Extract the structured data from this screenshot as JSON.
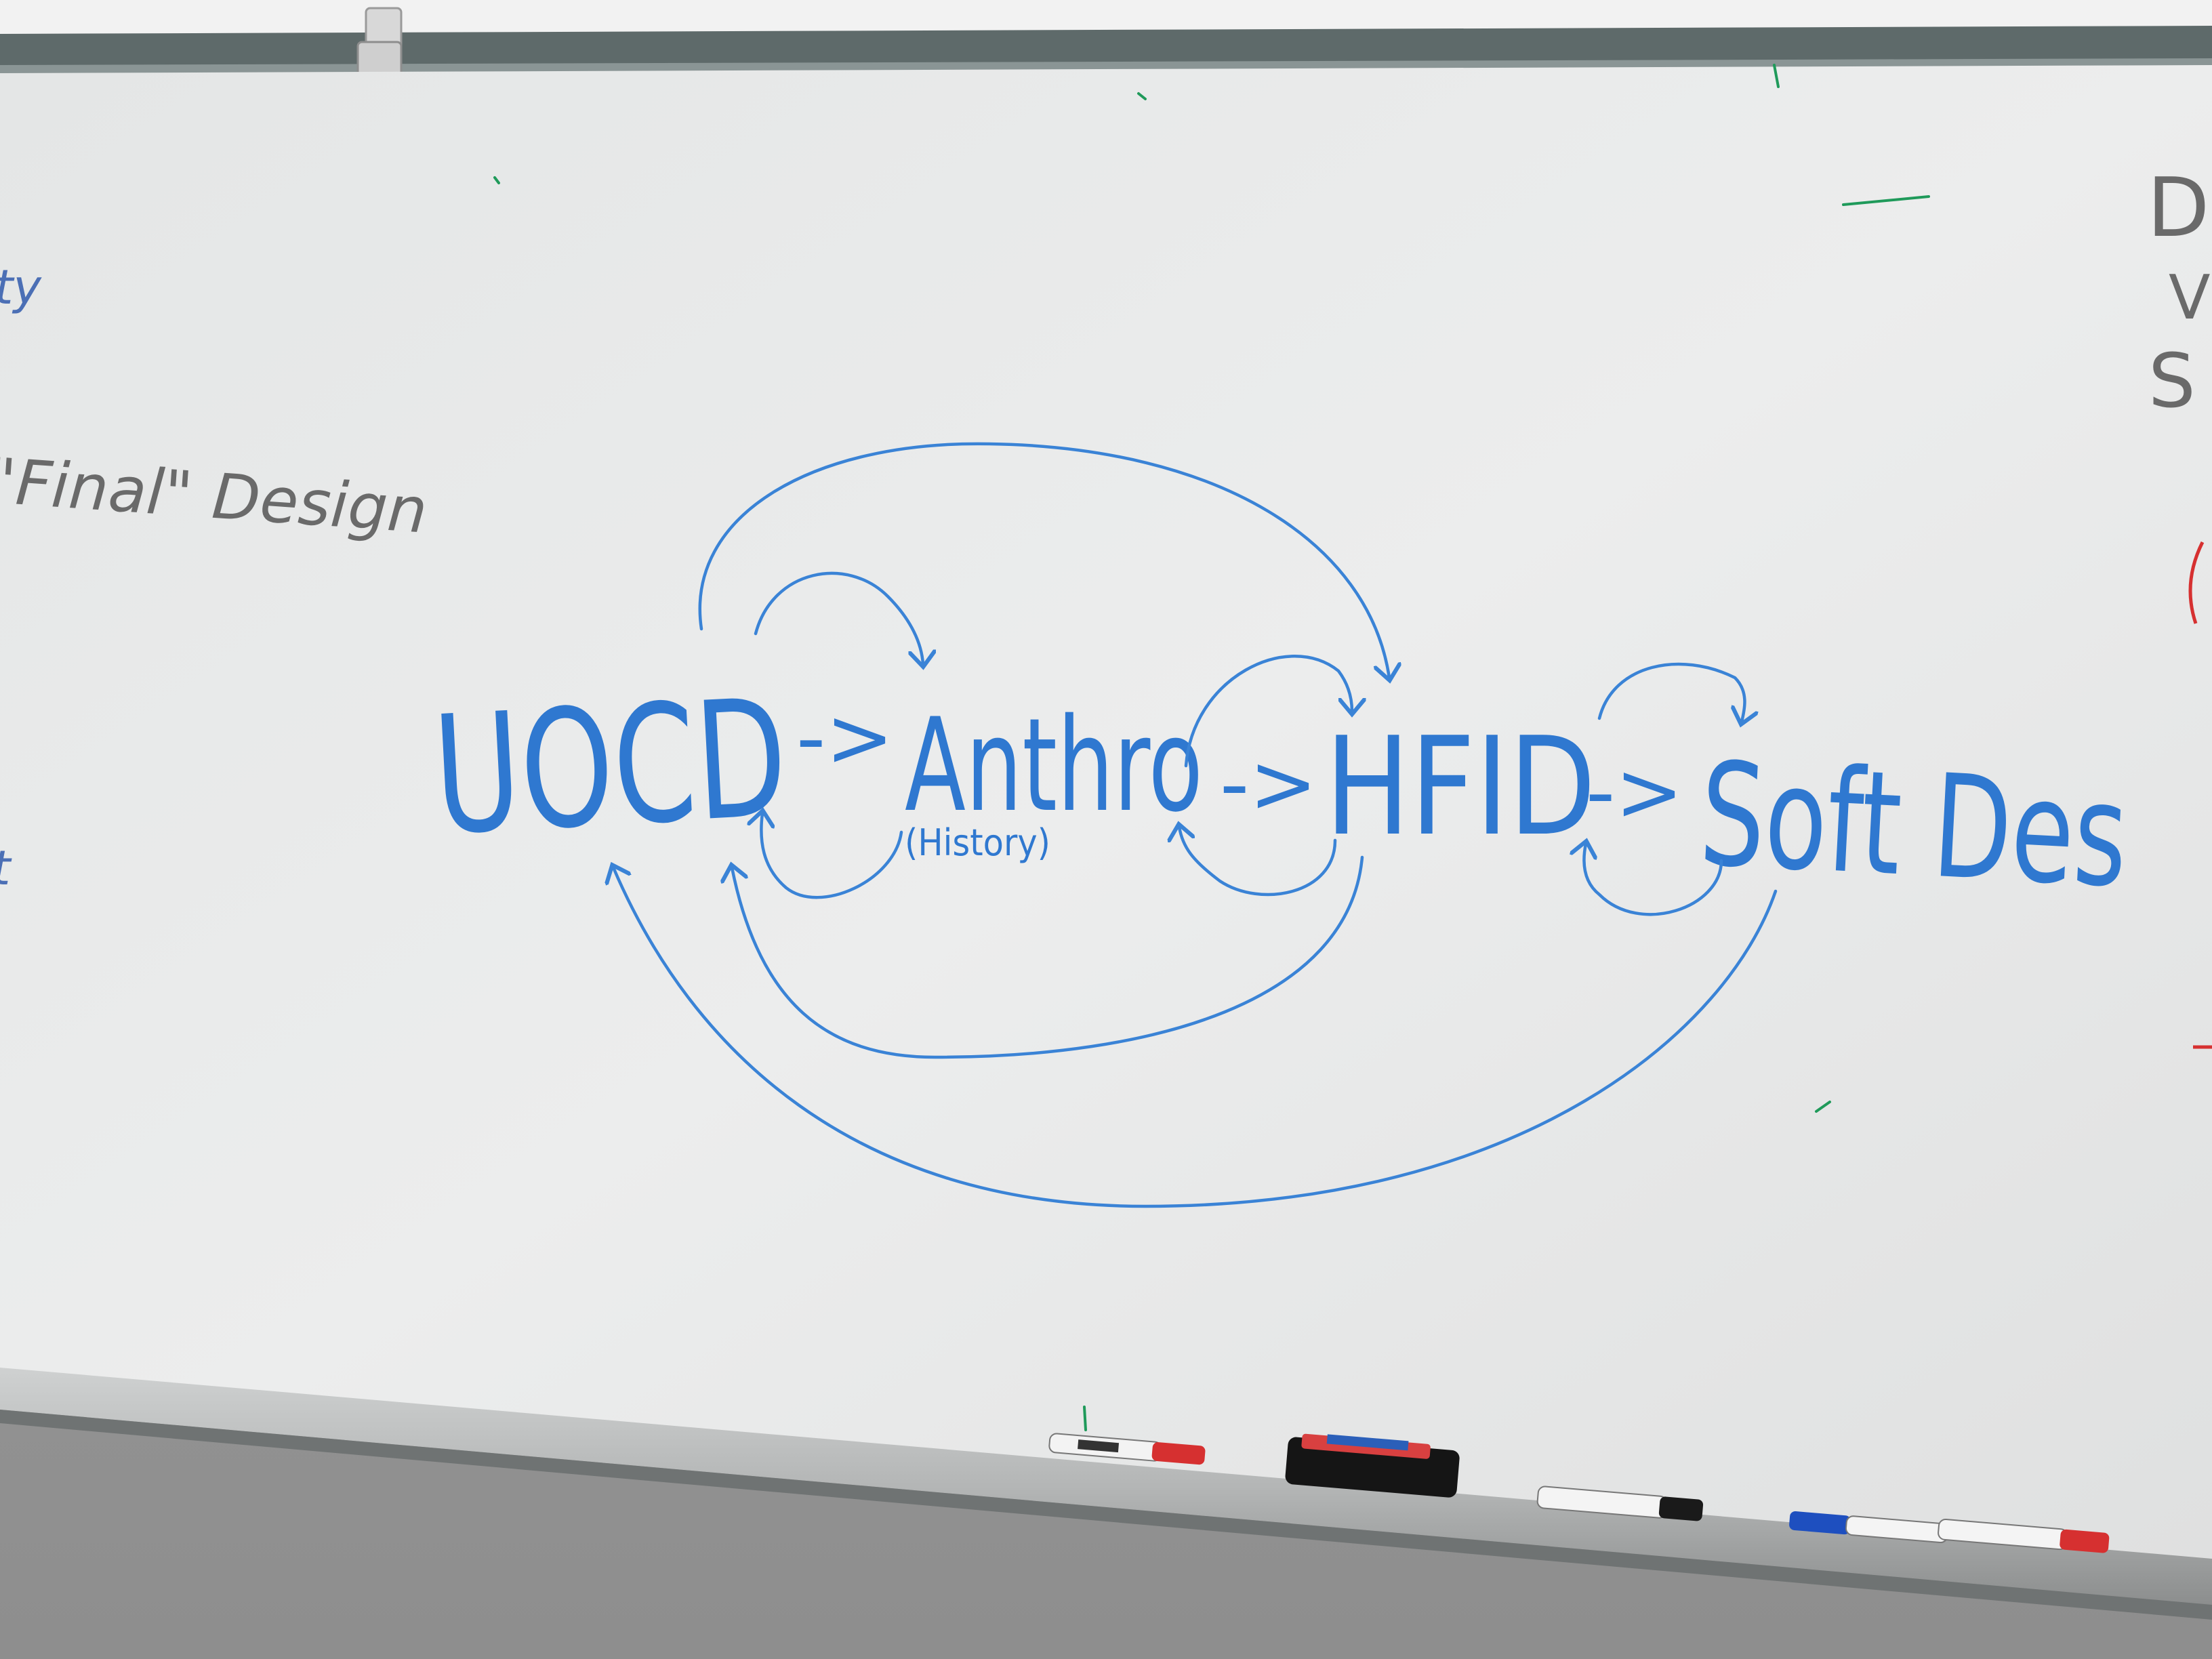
{
  "whiteboard": {
    "diagram": {
      "nodes": [
        {
          "id": "uocd",
          "label": "UOCD"
        },
        {
          "id": "anthro",
          "label": "Anthro",
          "note": "(History)"
        },
        {
          "id": "hfid",
          "label": "HFID"
        },
        {
          "id": "softdes",
          "label": "Soft Des"
        }
      ],
      "arrow_glyph": "->"
    },
    "left_margin_text": {
      "line1": "ty",
      "line2": "\"Final\" Design",
      "line3": "t"
    },
    "right_margin_text": {
      "line1": "D",
      "line2": "V",
      "line3": "S"
    }
  },
  "colors": {
    "marker_blue": "#2f78d0",
    "marker_black": "#5a5a5a",
    "marker_green": "#1f9a5a",
    "marker_red": "#d63030",
    "board": "#e9eaea"
  },
  "tray": {
    "items": [
      {
        "name": "red-marker",
        "color": "#d63030"
      },
      {
        "name": "eraser",
        "color": "#1a1a1a"
      },
      {
        "name": "black-marker",
        "color": "#1a1a1a"
      },
      {
        "name": "blue-marker",
        "color": "#1e4fbf"
      },
      {
        "name": "red-marker-2",
        "color": "#d63030"
      }
    ]
  }
}
